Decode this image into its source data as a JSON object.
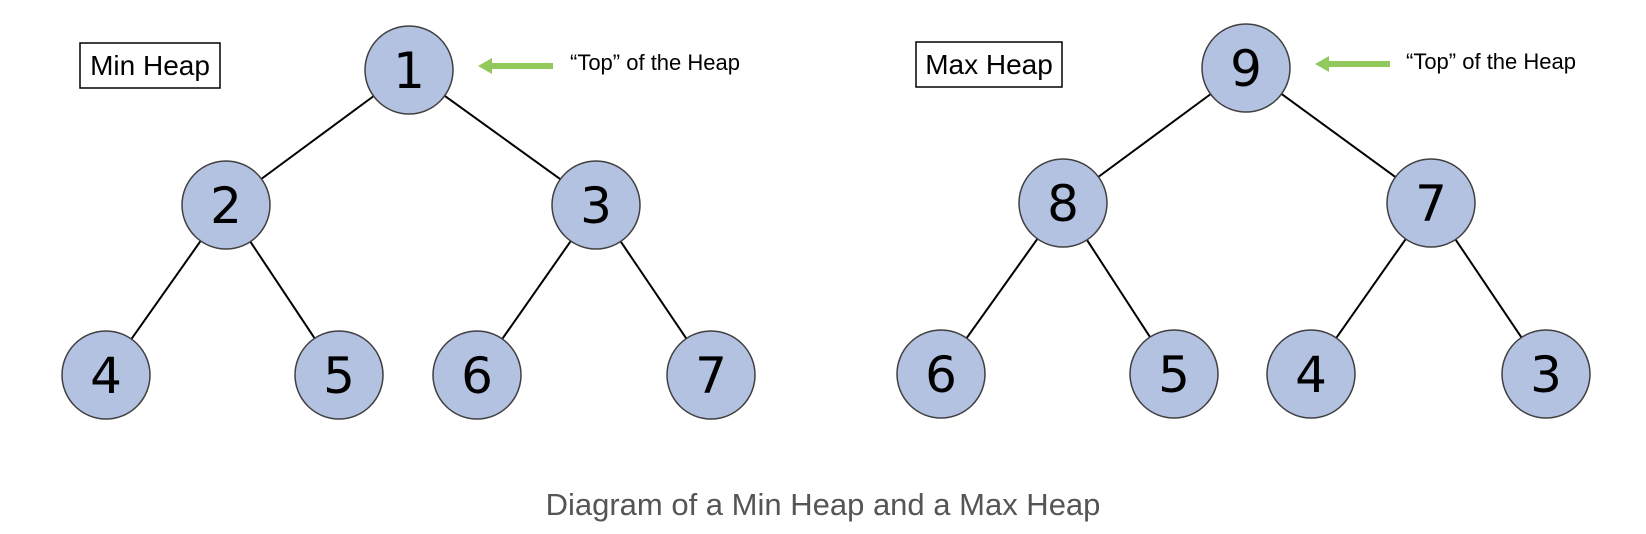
{
  "caption": "Diagram of a Min Heap and a Max Heap",
  "colors": {
    "node_fill": "#b4c2e2",
    "node_stroke": "#404040",
    "edge": "#000000",
    "arrow": "#92c95d",
    "caption_text": "#555555"
  },
  "heaps": [
    {
      "label": "Min Heap",
      "top_annotation": "“Top” of the Heap",
      "nodes": [
        "1",
        "2",
        "3",
        "4",
        "5",
        "6",
        "7"
      ]
    },
    {
      "label": "Max Heap",
      "top_annotation": "“Top” of the Heap",
      "nodes": [
        "9",
        "8",
        "7",
        "6",
        "5",
        "4",
        "3"
      ]
    }
  ]
}
